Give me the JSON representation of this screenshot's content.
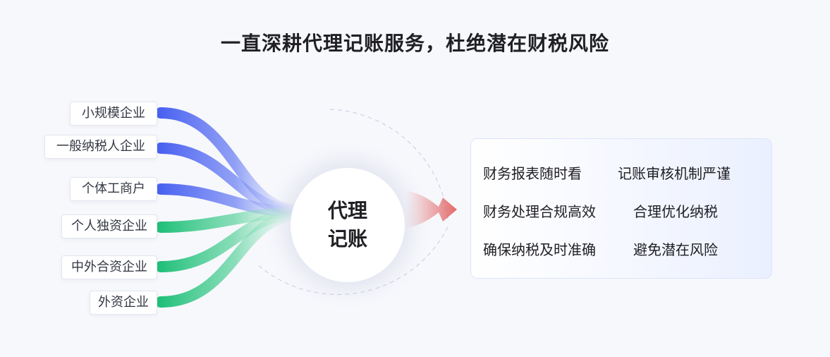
{
  "header": {
    "title": "一直深耕代理记账服务，杜绝潜在财税风险"
  },
  "inputs": [
    "小规模企业",
    "一般纳税人企业",
    "个体工商户",
    "个人独资企业",
    "中外合资企业",
    "外资企业"
  ],
  "center": {
    "line1": "代理",
    "line2": "记账"
  },
  "results": [
    "财务报表随时看",
    "记账审核机制严谨",
    "财务处理合规高效",
    "合理优化纳税",
    "确保纳税及时准确",
    "避免潜在风险"
  ],
  "colors": {
    "blue_stream": "#4a62f0",
    "green_stream": "#22c07a",
    "arrow": "#e36a6a",
    "panel_border": "#dde4fb"
  }
}
